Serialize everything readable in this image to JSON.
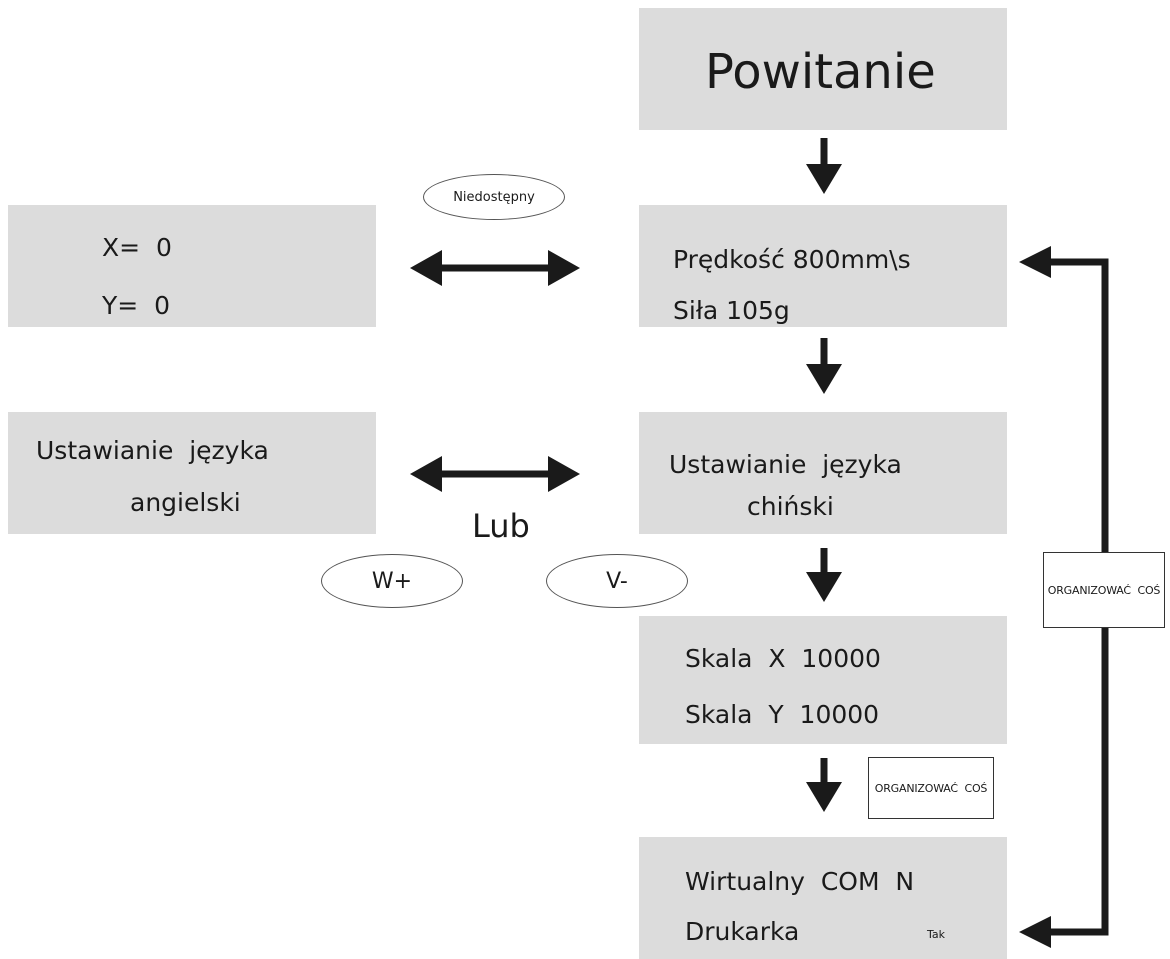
{
  "screens": {
    "welcome": {
      "title": "Powitanie"
    },
    "speed": {
      "line1": "Prędkość 800mm\\s",
      "line2": "Siła 105g"
    },
    "coords": {
      "line1": "X=  0",
      "line2": "Y=  0"
    },
    "lang_cn": {
      "line1": "Ustawianie  języka",
      "line2": "chiński"
    },
    "lang_en": {
      "line1": "Ustawianie  języka",
      "line2": "angielski"
    },
    "scale": {
      "line1": "Skala  X  10000",
      "line2": "Skala  Y  10000"
    },
    "com": {
      "line1": "Wirtualny  COM  N",
      "line2": "Drukarka",
      "line2_tag": "Tak"
    }
  },
  "labels": {
    "unavailable": "Niedostępny",
    "or": "Lub",
    "w_plus": "W+",
    "v_minus": "V-",
    "organize_right": "ORGANIZOWAĆ  COŚ",
    "organize_mid": "ORGANIZOWAĆ  COŚ"
  },
  "colors": {
    "box_fill": "#dcdcdc",
    "arrow": "#1a1a1a"
  }
}
